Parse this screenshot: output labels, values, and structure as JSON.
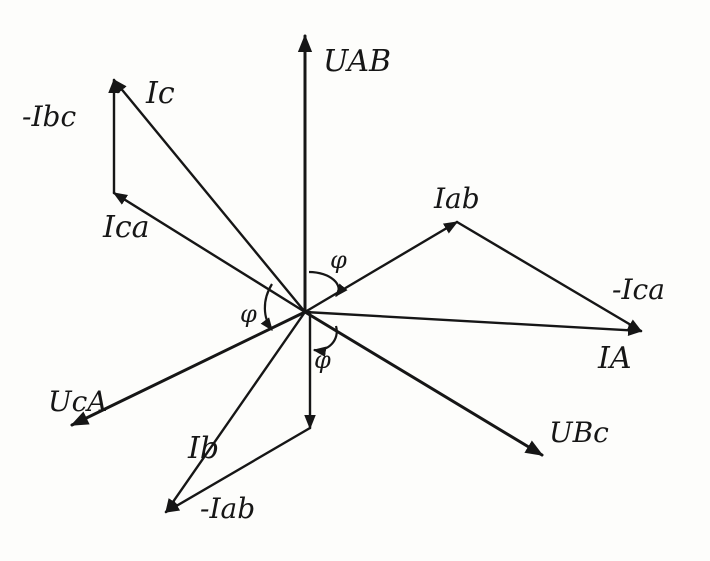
{
  "diagram": {
    "ink_color": "#161616",
    "background_color": "#fdfdfb",
    "labels": {
      "u_ab": "UAB",
      "i_c": "Ic",
      "minus_i_bc": "-Ibc",
      "i_ca": "Ica",
      "i_ab": "Iab",
      "minus_i_ca": "-Ica",
      "i_a": "IA",
      "phi_left": "φ",
      "phi_upper": "φ",
      "phi_lower": "φ",
      "u_ca": "UcA",
      "i_b": "Ib",
      "minus_i_ab": "-Iab",
      "u_bc": "UBc"
    }
  }
}
